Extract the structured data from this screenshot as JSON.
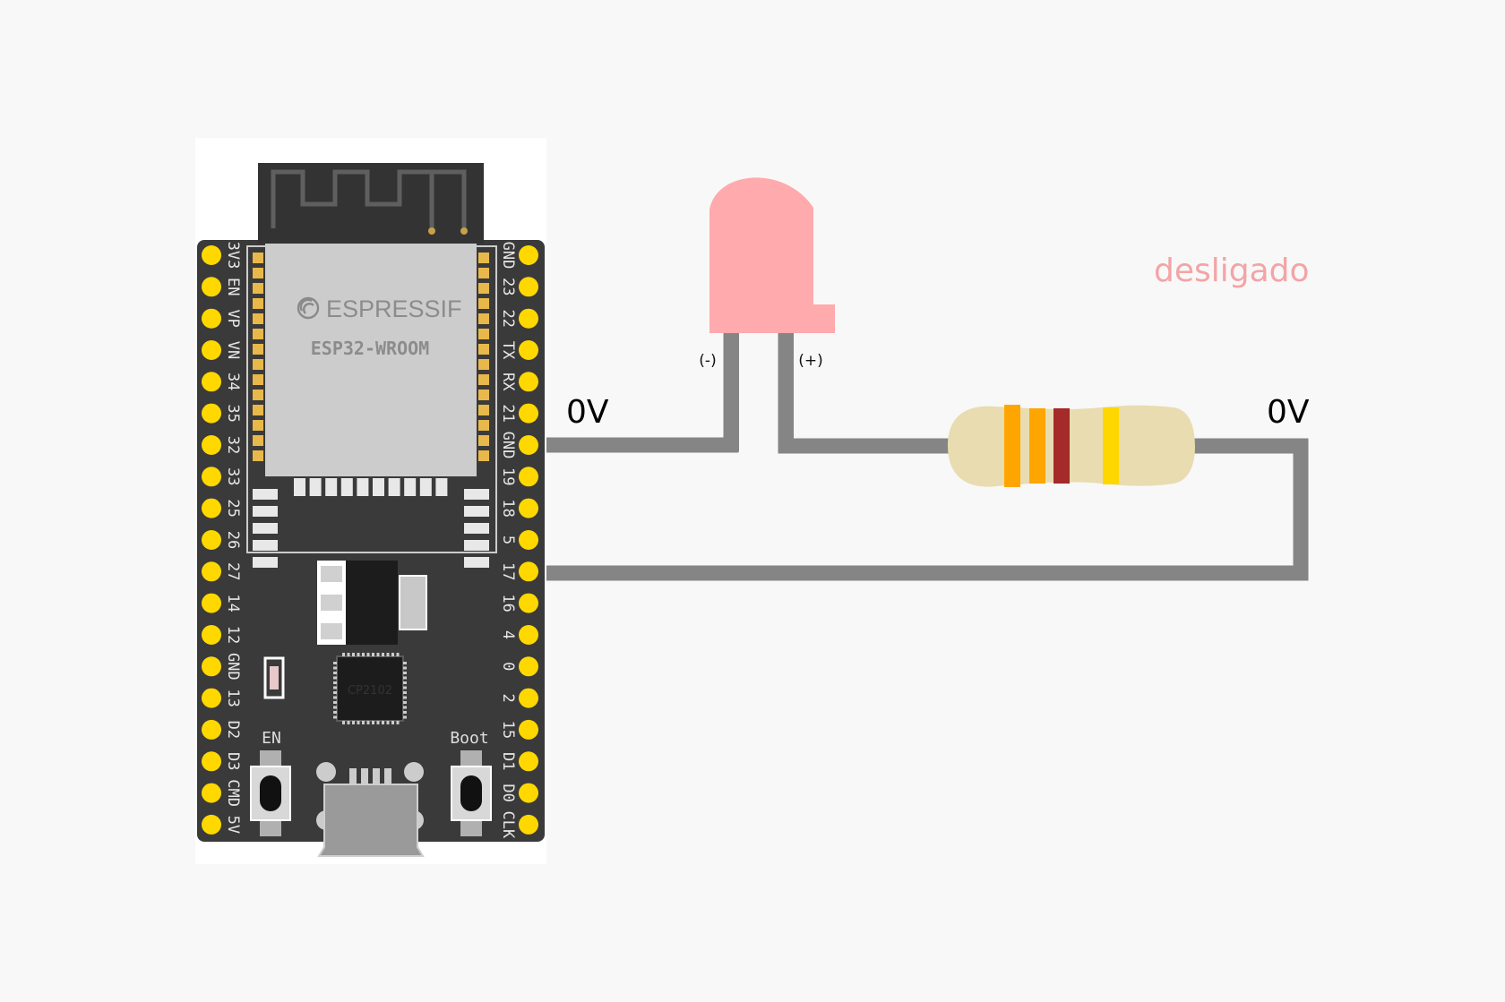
{
  "board": {
    "brand": "ESPRESSIF",
    "module": "ESP32-WROOM",
    "usb_chip": "CP2102",
    "en_label": "EN",
    "boot_label": "Boot",
    "left_pins": [
      "3V3",
      "EN",
      "VP",
      "VN",
      "34",
      "35",
      "32",
      "33",
      "25",
      "26",
      "27",
      "14",
      "12",
      "GND",
      "13",
      "D2",
      "D3",
      "CMD",
      "5V"
    ],
    "right_pins": [
      "GND",
      "23",
      "22",
      "TX",
      "RX",
      "21",
      "GND",
      "19",
      "18",
      "5",
      "17",
      "16",
      "4",
      "0",
      "2",
      "15",
      "D1",
      "D0",
      "CLK"
    ]
  },
  "led": {
    "cathode_label": "(-)",
    "anode_label": "(+)",
    "color": "#ffaaad"
  },
  "resistor": {
    "band_colors": [
      "#ffa500",
      "#ffa500",
      "#a52a2a",
      "#ffd700"
    ],
    "body_color": "#e8dcb0"
  },
  "labels": {
    "gnd_voltage": "0V",
    "pin_voltage": "0V",
    "status": "desligado"
  },
  "colors": {
    "wire": "#858585",
    "pin": "#ffd800",
    "board": "#3a3a3a",
    "status": "#f4a4a6"
  }
}
